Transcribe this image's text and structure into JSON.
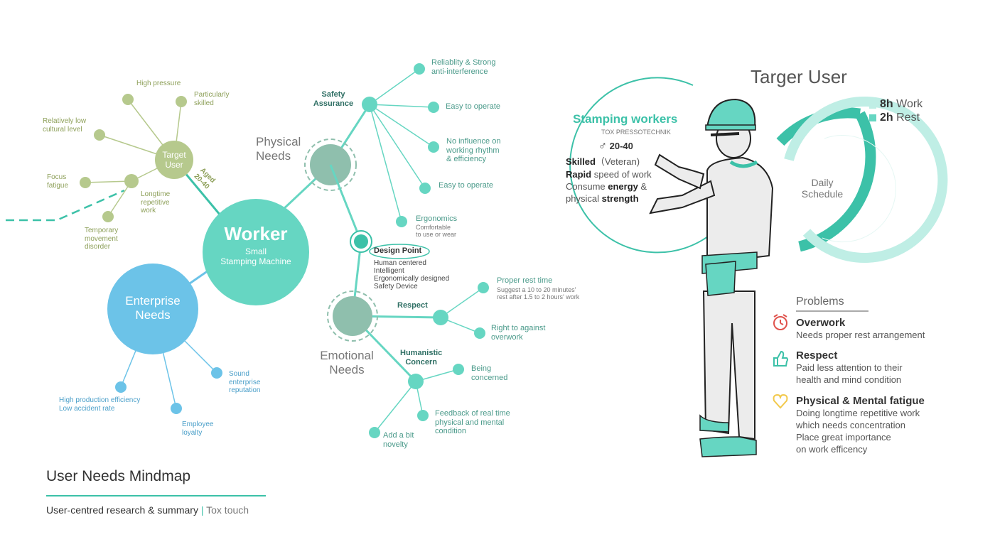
{
  "diagram": {
    "center": {
      "title": "Worker",
      "subtitle": "Small\nStamping Machine"
    },
    "target_user": {
      "label": "Target User",
      "aged": "Aged\n20-40",
      "items": [
        "High pressure",
        "Particularly skilled",
        "Relatively low cultural level",
        "Focus fatigue",
        "Longtime repetitive work",
        "Temporary movement disorder"
      ]
    },
    "enterprise_needs": {
      "label": "Enterprise Needs",
      "items": [
        "High production efficiency\nLow accident rate",
        "Employee loyalty",
        "Sound enterprise reputation"
      ]
    },
    "physical_needs": {
      "label": "Physical Needs",
      "safety_assurance": "Safety Assurance",
      "items": [
        "Reliablity & Strong\nanti-interference",
        "Easy to operate",
        "No influence on\nworking rhythm\n& efficiency",
        "Easy to operate",
        "Ergonomics"
      ],
      "ergonomics_sub": "Comfortable\nto use or wear"
    },
    "design_point": {
      "label": "Design Point",
      "items": [
        "Human centered",
        "Intelligent",
        "Ergonomically designed",
        "Safety Device"
      ]
    },
    "emotional_needs": {
      "label": "Emotional Needs",
      "respect": "Respect",
      "respect_items": [
        "Proper rest time",
        "Right to against\noverwork"
      ],
      "rest_sub": "Suggest a 10 to 20 minutes'\nrest after 1.5 to 2 hours' work",
      "humanistic": "Humanistic\nConcern",
      "humanistic_items": [
        "Being\nconcerned",
        "Feedback of real time\nphysical and mental\ncondition",
        "Add a bit\nnovelty"
      ]
    }
  },
  "footer": {
    "title": "User Needs Mindmap",
    "subtitle": "User-centred research & summary",
    "separator": "|",
    "brand": "Tox touch"
  },
  "target_panel": {
    "title": "Targer User",
    "persona": {
      "name": "Stamping workers",
      "company": "TOX PRESSOTECHNIK",
      "gender_symbol": "♂",
      "age": "20-40",
      "traits": [
        {
          "bold": "Skilled",
          "rest": "（Veteran)"
        },
        {
          "bold": "Rapid",
          "rest": " speed of work"
        },
        {
          "pre": "Consume ",
          "bold": "energy",
          "rest": " &"
        },
        {
          "pre": "physical ",
          "bold": "strength",
          "rest": ""
        }
      ]
    },
    "schedule": {
      "label": "Daily\nSchedule",
      "work_value": "8h",
      "work_label": "Work",
      "rest_value": "2h",
      "rest_label": "Rest",
      "work_fraction": 0.8
    },
    "problems": {
      "title": "Problems",
      "items": [
        {
          "icon": "alarm-clock-icon",
          "color": "#e0524c",
          "title": "Overwork",
          "text": "Needs proper rest arrangement"
        },
        {
          "icon": "thumbs-up-icon",
          "color": "#3cc1a8",
          "title": "Respect",
          "text": "Paid less attention to their\nhealth and mind condition"
        },
        {
          "icon": "heart-icon",
          "color": "#f2c94c",
          "title": "Physical & Mental fatigue",
          "text": "Doing longtime repetitive work\nwhich needs concentration\nPlace great importance\non work efficency"
        }
      ]
    }
  },
  "colors": {
    "teal": "#3cc1a8",
    "teal_light": "#66d6c2",
    "sage": "#8fbfad",
    "olive": "#b6c98d",
    "blue": "#6cc3e8"
  }
}
